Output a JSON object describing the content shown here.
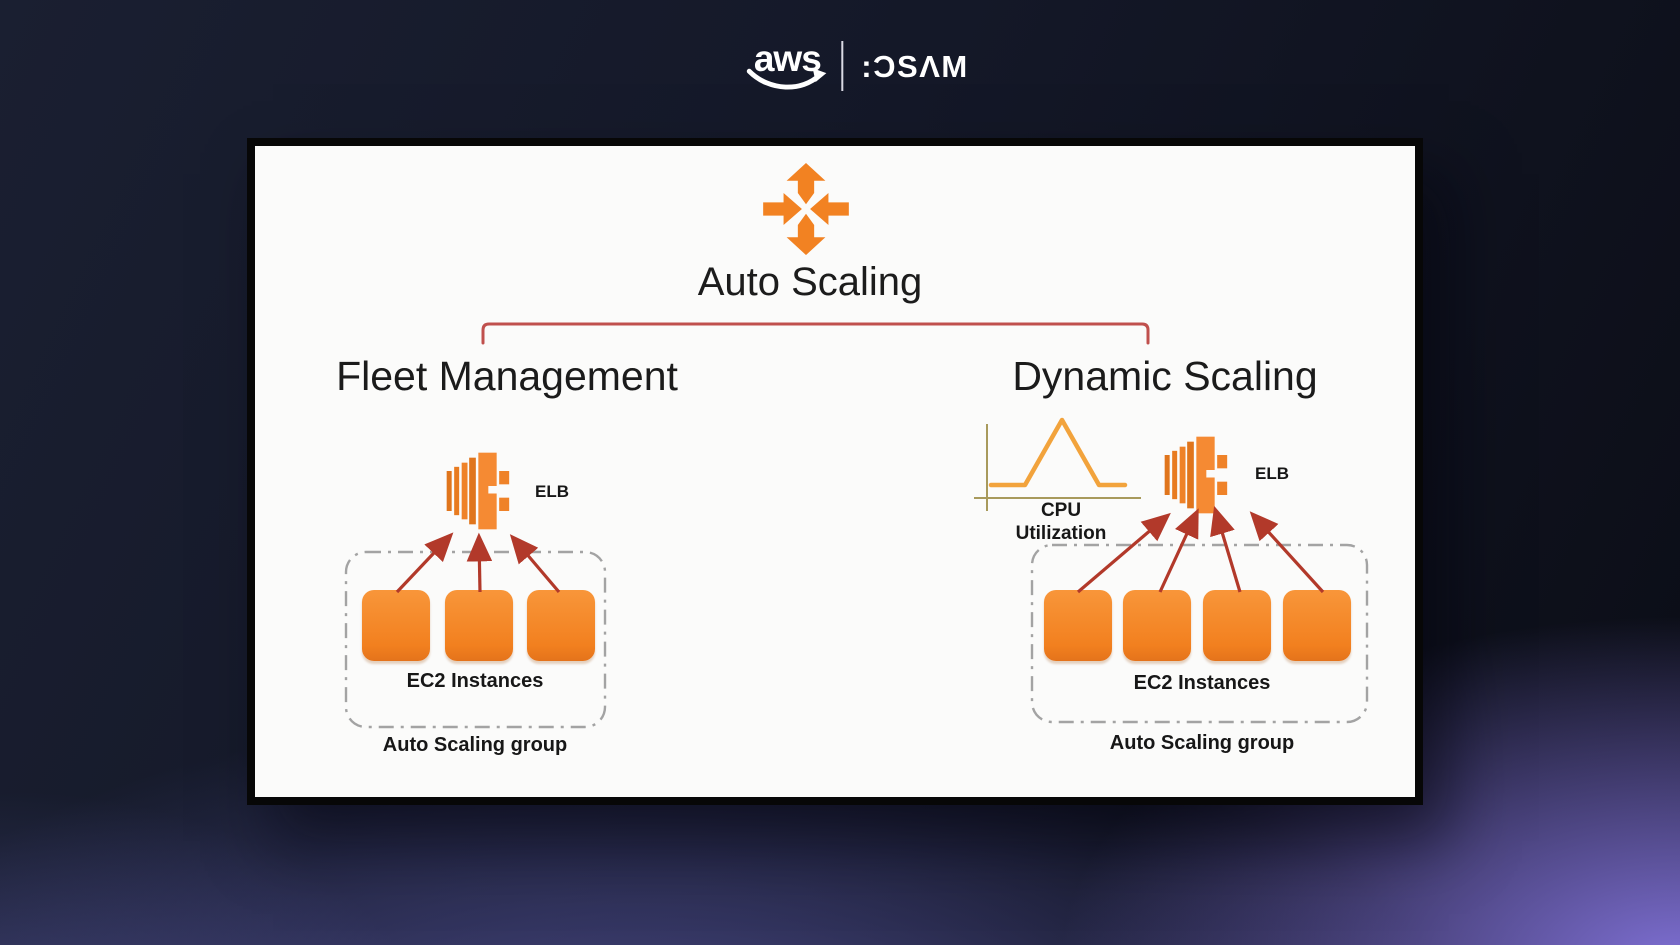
{
  "header": {
    "aws_logo": "aws",
    "partner_logo": ":ƆSΛM"
  },
  "slide": {
    "title": "Auto Scaling",
    "left_branch": {
      "heading": "Fleet Management",
      "elb_label": "ELB",
      "ec2_label": "EC2 Instances",
      "group_label": "Auto Scaling group",
      "instance_count": 3
    },
    "right_branch": {
      "heading": "Dynamic Scaling",
      "elb_label": "ELB",
      "ec2_label": "EC2 Instances",
      "group_label": "Auto Scaling group",
      "instance_count": 4,
      "chart_label_top": "CPU",
      "chart_label_bottom": "Utilization",
      "cpu_trend": "flat, spike to peak, return to flat"
    }
  },
  "colors": {
    "aws_orange": "#f28222",
    "arrow_red": "#b2392a",
    "bracket_red": "#c0504d",
    "chart_line_orange": "#f2a33c",
    "chart_axis_olive": "#a89a5c",
    "group_border_gray": "#a3a3a3",
    "slide_bg": "#fbfbfa",
    "backdrop_purple": "#7b6cd1"
  }
}
